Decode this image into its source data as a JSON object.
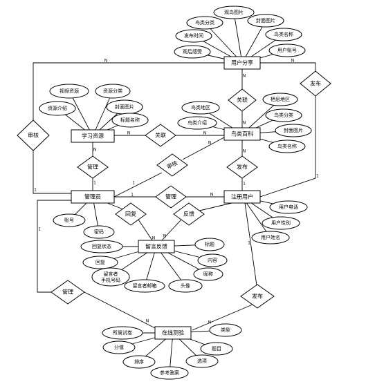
{
  "entities": {
    "user_share": "用户分享",
    "study_resource": "学习资源",
    "bird_wiki": "鸟类百科",
    "admin": "管理员",
    "registered_user": "注册用户",
    "message_feedback": "留言反馈",
    "online_test": "在线测验"
  },
  "relations": {
    "review": "审核",
    "publish_share": "发布",
    "relate_wiki": "关联",
    "relate_study": "关联",
    "manage_study": "管理",
    "audit_share": "审核",
    "publish_wiki": "发布",
    "manage_user": "管理",
    "reply": "回复",
    "feedback": "反馈",
    "manage_test": "管理",
    "publish_test": "发布"
  },
  "attributes": {
    "share_title": "观鸟图片",
    "share_bird_type": "鸟类分类",
    "share_cover": "封面图片",
    "share_time": "发布时间",
    "share_bird_name": "鸟类名称",
    "share_feeling": "观后感受",
    "share_account": "用户账号",
    "res_video": "视频资源",
    "res_type": "资源分类",
    "res_intro": "资源介绍",
    "res_cover": "封面图片",
    "res_title": "标题名称",
    "wiki_region": "鸟类地区",
    "wiki_habitat": "栖息地区",
    "wiki_intro": "鸟类介绍",
    "wiki_type": "鸟类分类",
    "wiki_cover": "封面图片",
    "wiki_name": "鸟类名称",
    "user_phone": "用户电话",
    "user_gender": "用户性别",
    "user_name": "用户姓名",
    "admin_account": "账号",
    "admin_password": "密码",
    "fb_status": "回复状态",
    "fb_title": "标题",
    "fb_reply": "回复",
    "fb_content": "内容",
    "fb_phone": "留言者手机号码",
    "fb_nickname": "昵称",
    "fb_email": "留言者邮箱",
    "fb_avatar": "头像",
    "test_paper": "所属试卷",
    "test_type": "类型",
    "test_score": "分值",
    "test_question": "题目",
    "test_order": "排序",
    "test_options": "选项",
    "test_answer": "参考答案"
  },
  "cardinalities": {
    "n": "N",
    "one": "1"
  }
}
